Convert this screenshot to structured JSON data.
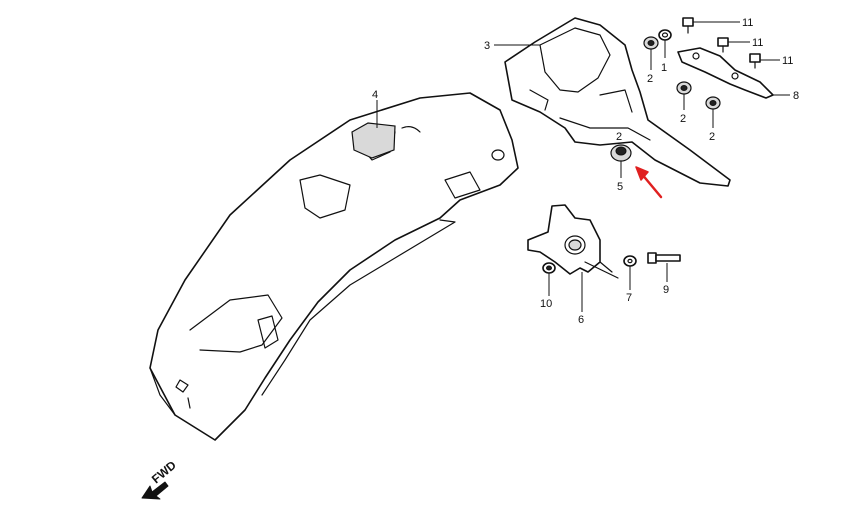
{
  "callouts": {
    "p1": "1",
    "p2a": "2",
    "p2b": "2",
    "p2c": "2",
    "p2d": "2",
    "p3": "3",
    "p4": "4",
    "p5": "5",
    "p6": "6",
    "p7": "7",
    "p8": "8",
    "p9": "9",
    "p10": "10",
    "p11a": "11",
    "p11b": "11",
    "p11c": "11"
  },
  "fwd_label": "FWD",
  "colors": {
    "line": "#111111",
    "arrow": "#e02020",
    "background": "#ffffff"
  },
  "icons": {
    "forward": "forward-arrow-icon",
    "highlight": "red-arrow-icon"
  }
}
